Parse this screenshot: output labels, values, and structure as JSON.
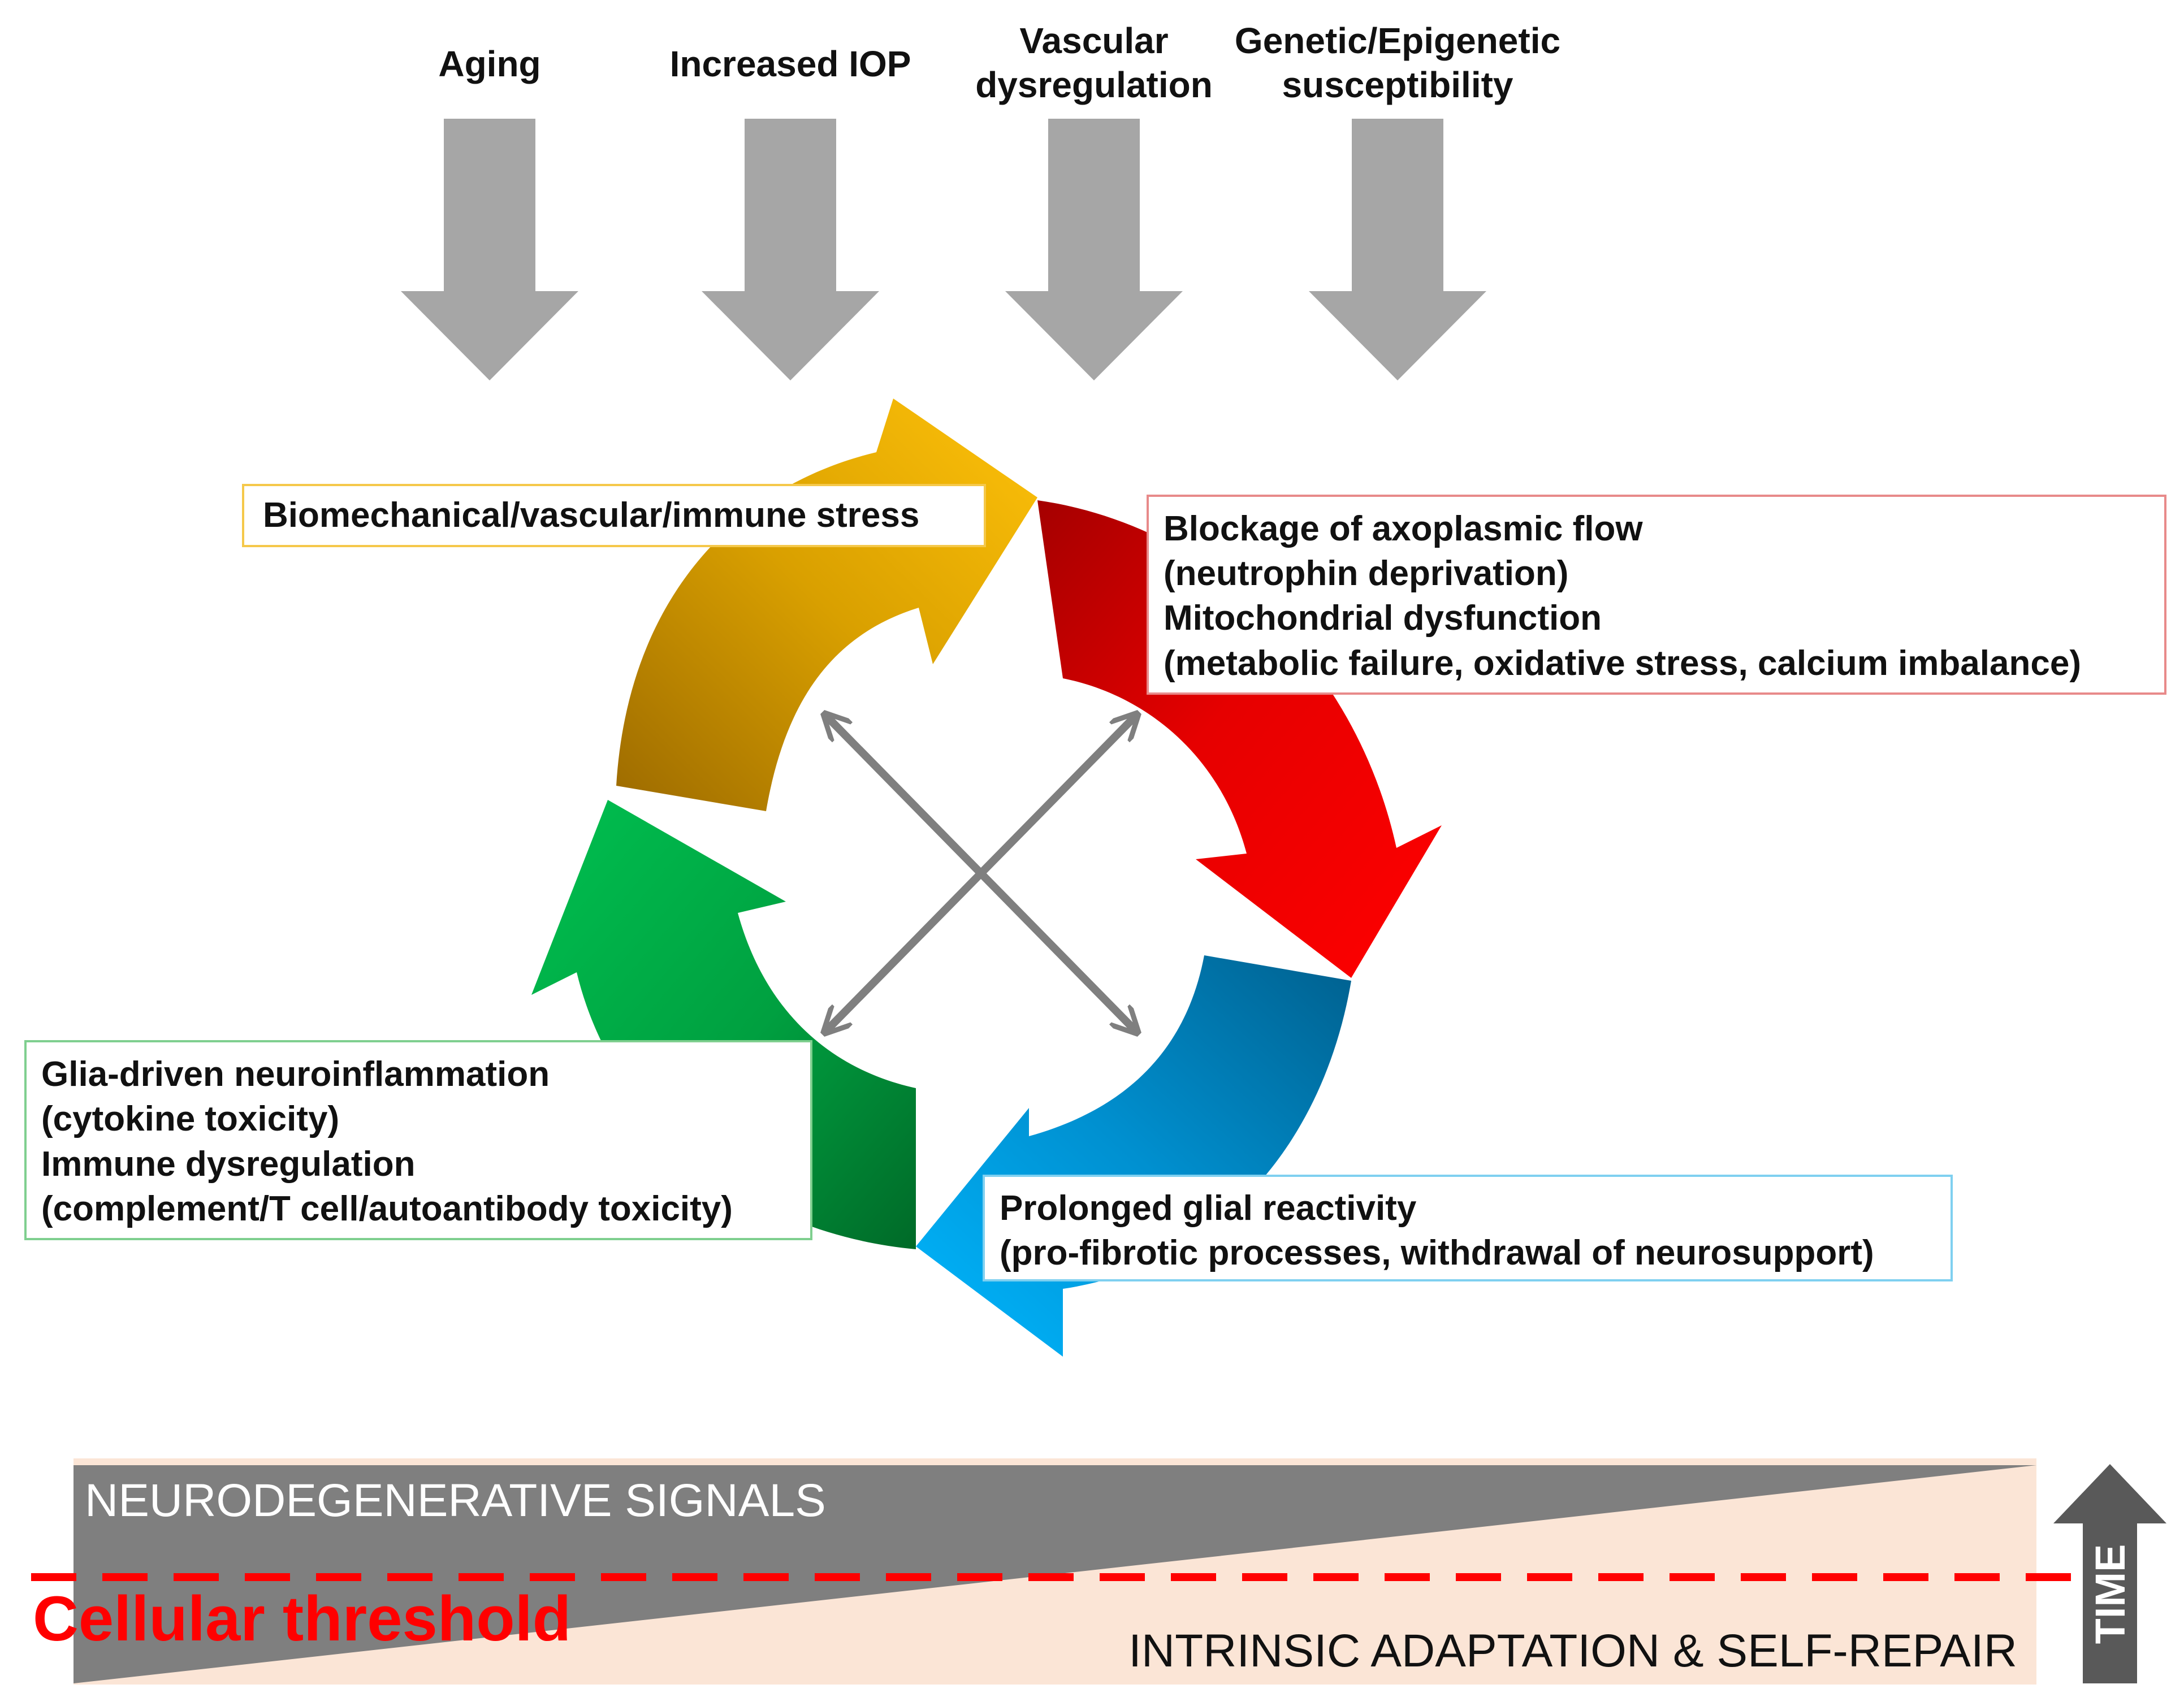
{
  "factors": [
    {
      "lines": [
        "Aging"
      ]
    },
    {
      "lines": [
        "Increased IOP"
      ]
    },
    {
      "lines": [
        "Vascular",
        "dysregulation"
      ]
    },
    {
      "lines": [
        "Genetic/Epigenetic",
        "susceptibility"
      ]
    }
  ],
  "cycle": {
    "stress_box": {
      "lines": [
        "Biomechanical/vascular/immune stress"
      ]
    },
    "axoplasmic_box": {
      "lines": [
        "Blockage of axoplasmic flow",
        "(neutrophin deprivation)",
        "Mitochondrial dysfunction",
        "(metabolic failure, oxidative stress, calcium imbalance)"
      ]
    },
    "glial_box": {
      "lines": [
        "Prolonged glial reactivity",
        "(pro-fibrotic processes, withdrawal of neurosupport)"
      ]
    },
    "neuroinflammation_box": {
      "lines": [
        "Glia-driven neuroinflammation",
        "(cytokine toxicity)",
        "Immune dysregulation",
        "(complement/T cell/autoantibody toxicity)"
      ]
    }
  },
  "bottom": {
    "neurodegenerative": "NEURODEGENERATIVE SIGNALS",
    "threshold": "Cellular threshold",
    "adaptation": "INTRINSIC ADAPTATION & SELF-REPAIR",
    "time": "TIME"
  },
  "colors": {
    "factor_arrow": "#a6a6a6",
    "stress_arrow": "#f0b400",
    "axoplasmic_arrow": "#ee0000",
    "glial_arrow": "#00a8f0",
    "inflammation_arrow": "#00b050",
    "cross_arrows": "#7f7f7f",
    "degenerative_band": "#7f7f7f",
    "adaptation_band": "#fbe5d6",
    "threshold_line": "#ff0000",
    "time_arrow": "#595959"
  }
}
